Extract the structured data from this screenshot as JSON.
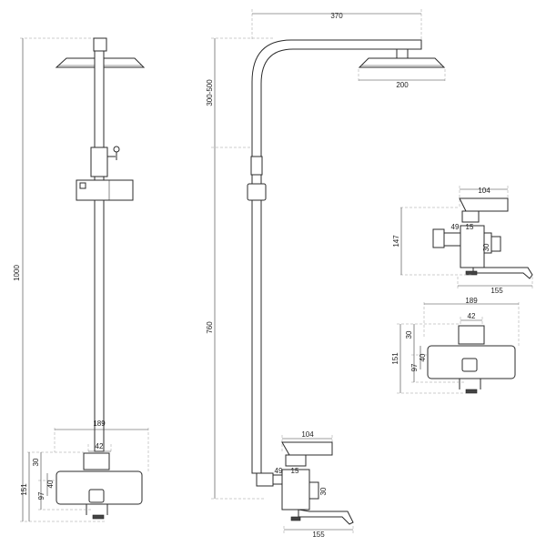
{
  "dimensions": {
    "overall_height": "1000",
    "arm_length": "370",
    "arm_height": "300-500",
    "head_diameter": "200",
    "pipe_height": "760",
    "mixer_width": "104",
    "mixer_offset": "49",
    "mixer_inner": "15",
    "mixer_depth": "30",
    "spout_length": "155",
    "mixer_height": "147",
    "body_width": "189",
    "body_inner": "42",
    "body_height": "151",
    "body_lower": "97",
    "body_mid": "40",
    "body_top": "30"
  }
}
